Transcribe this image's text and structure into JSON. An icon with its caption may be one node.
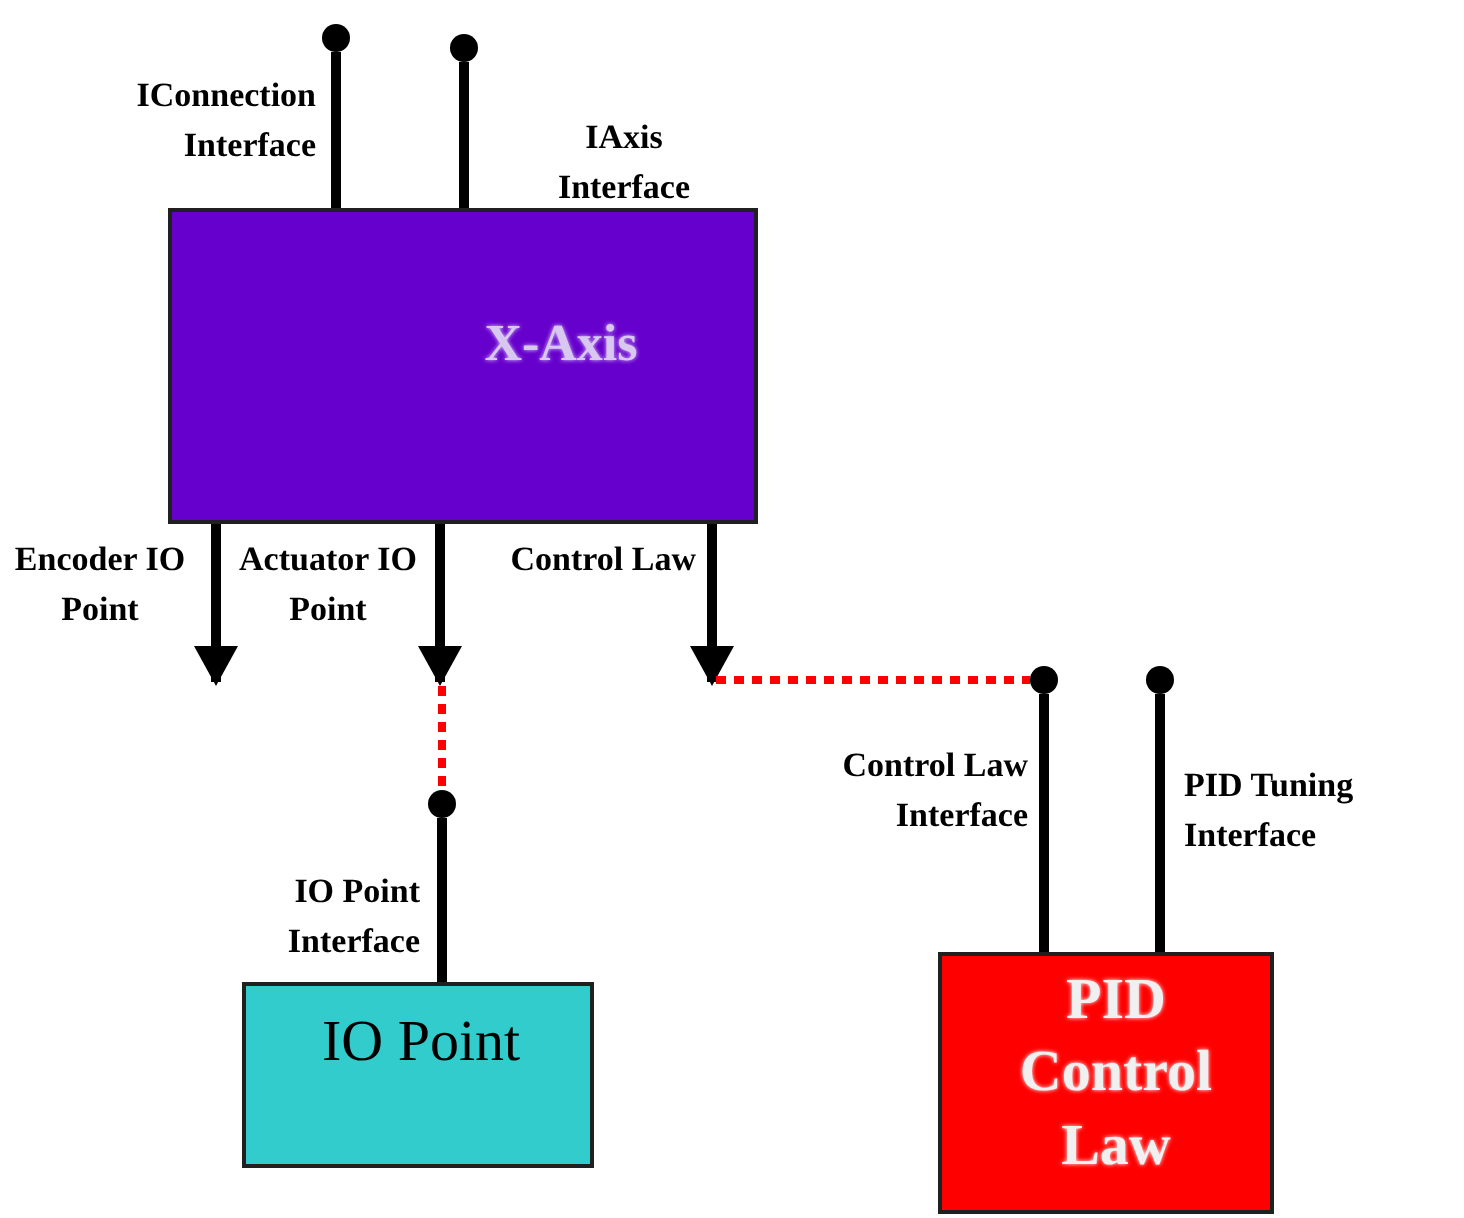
{
  "diagram": {
    "nodes": [
      {
        "text": [
          "X-Axis"
        ]
      },
      {
        "text": [],
        "shape": "circle"
      },
      {
        "text": [],
        "shape": "circle"
      },
      {
        "text": [],
        "shape": "circle"
      },
      {
        "text": [
          "IO Point"
        ]
      },
      {
        "text": [],
        "shape": "circle"
      },
      {
        "text": [],
        "shape": "circle"
      },
      {
        "text": [
          "PID Control Law"
        ]
      }
    ],
    "edges": [
      {
        "from": 0,
        "to": 1,
        "arrow": "none",
        "label": "IConnection Interface"
      },
      {
        "from": 0,
        "to": 2,
        "arrow": "none",
        "label": "IAxis Interface"
      },
      {
        "from": 0,
        "to": null,
        "arrow": "to",
        "label": "Encoder IO Point"
      },
      {
        "from": 0,
        "to": null,
        "arrow": "to",
        "label": "Actuator IO Point"
      },
      {
        "from": 0,
        "to": null,
        "arrow": "to",
        "label": "Control Law"
      },
      {
        "from": 4,
        "to": 3,
        "arrow": "none",
        "label": "IO Point Interface"
      },
      {
        "from": 7,
        "to": 5,
        "arrow": "none",
        "label": "Control Law Interface"
      },
      {
        "from": 7,
        "to": 6,
        "arrow": "none",
        "label": "PID Tuning Interface"
      },
      {
        "from": null,
        "to": 3,
        "arrow": "none",
        "style": "dashed",
        "color": "#ff0000"
      },
      {
        "from": null,
        "to": 5,
        "arrow": "none",
        "style": "dashed",
        "color": "#ff0000"
      }
    ]
  }
}
